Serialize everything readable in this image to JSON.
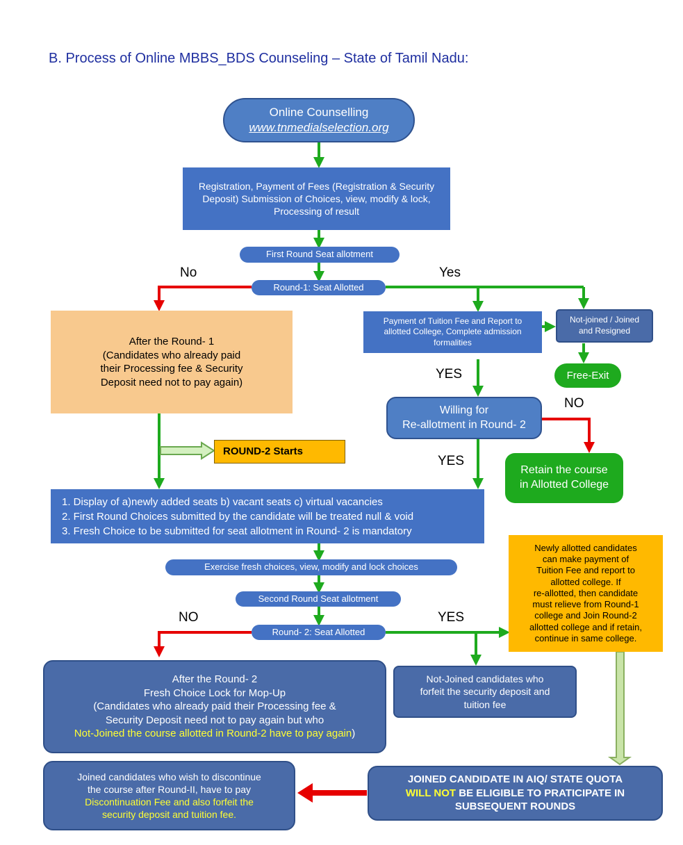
{
  "title": "B. Process of Online MBBS_BDS Counseling – State of Tamil Nadu:",
  "nodes": {
    "start": {
      "line1": "Online Counselling",
      "line2": "www.tnmedialselection.org"
    },
    "registration": {
      "line1": "Registration, Payment of Fees (Registration & Security",
      "line2": "Deposit) Submission of Choices, view, modify & lock,",
      "line3": "Processing of result"
    },
    "first_round": "First  Round  Seat allotment",
    "round1_allotted": "Round-1: Seat Allotted",
    "after_round1": {
      "line1": "After the Round- 1",
      "line2": "(Candidates who already paid",
      "line3": "their Processing fee & Security",
      "line4": "Deposit need not to pay again)"
    },
    "payment_report": {
      "line1": "Payment of Tuition Fee and Report to",
      "line2": "allotted College, Complete  admission",
      "line3": "formalities"
    },
    "not_joined_resigned": {
      "line1": "Not-joined / Joined",
      "line2": "and Resigned"
    },
    "free_exit": "Free-Exit",
    "willing_reallot": {
      "line1": "Willing  for",
      "line2": "Re-allotment in Round- 2"
    },
    "retain_course": {
      "line1": "Retain the course",
      "line2": "in Allotted College"
    },
    "round2_starts": "ROUND-2 Starts",
    "display_list": [
      "1.  Display of a)newly added seats b)  vacant seats c)  virtual vacancies",
      "2.  First Round Choices submitted by the candidate will be treated null & void",
      "3.  Fresh Choice to be  submitted for seat allotment in Round- 2 is mandatory"
    ],
    "exercise_choices": "Exercise fresh choices, view, modify and lock choices",
    "second_round": "Second Round Seat allotment",
    "round2_allotted": "Round- 2: Seat Allotted",
    "newly_allotted": [
      "Newly allotted candidates",
      "can make payment of",
      "Tuition Fee and report to",
      "allotted college. If",
      "re-allotted, then candidate",
      "must relieve from Round-1",
      "college and Join Round-2",
      "allotted college and if retain,",
      "continue in same college."
    ],
    "after_round2": {
      "line1": "After the Round- 2",
      "line2": "Fresh Choice Lock for Mop-Up",
      "line3": "(Candidates who already paid their Processing fee &",
      "line4": "Security Deposit need not to pay again but who",
      "line5": "Not-Joined the course allotted in Round-2 have to pay again",
      "line5_end": ")"
    },
    "not_joined_forfeit": {
      "line1": "Not-Joined candidates who",
      "line2": "forfeit the security deposit and",
      "line3": "tuition fee"
    },
    "joined_discontinue": {
      "line1": "Joined candidates who wish to discontinue",
      "line2": "the course after Round-II, have to pay",
      "line3": "Discontinuation Fee and also forfeit the",
      "line4": "security deposit and tuition fee."
    },
    "joined_aiq": {
      "line1": "JOINED CANDIDATE IN AIQ/ STATE QUOTA",
      "line2_highlight": "WILL NOT",
      "line2_rest": " BE ELIGIBLE TO PRATICIPATE IN",
      "line3": "SUBSEQUENT ROUNDS"
    }
  },
  "labels": {
    "no1": "No",
    "yes1": "Yes",
    "yes2": "YES",
    "no2": "NO",
    "yes3": "YES",
    "no3": "NO",
    "yes4": "YES"
  },
  "colors": {
    "blue": "#4472c4",
    "green": "#1eaa1e",
    "red": "#e60000",
    "orange": "#f8c98e",
    "gold": "#ffb900",
    "highlight": "#ffff33"
  }
}
